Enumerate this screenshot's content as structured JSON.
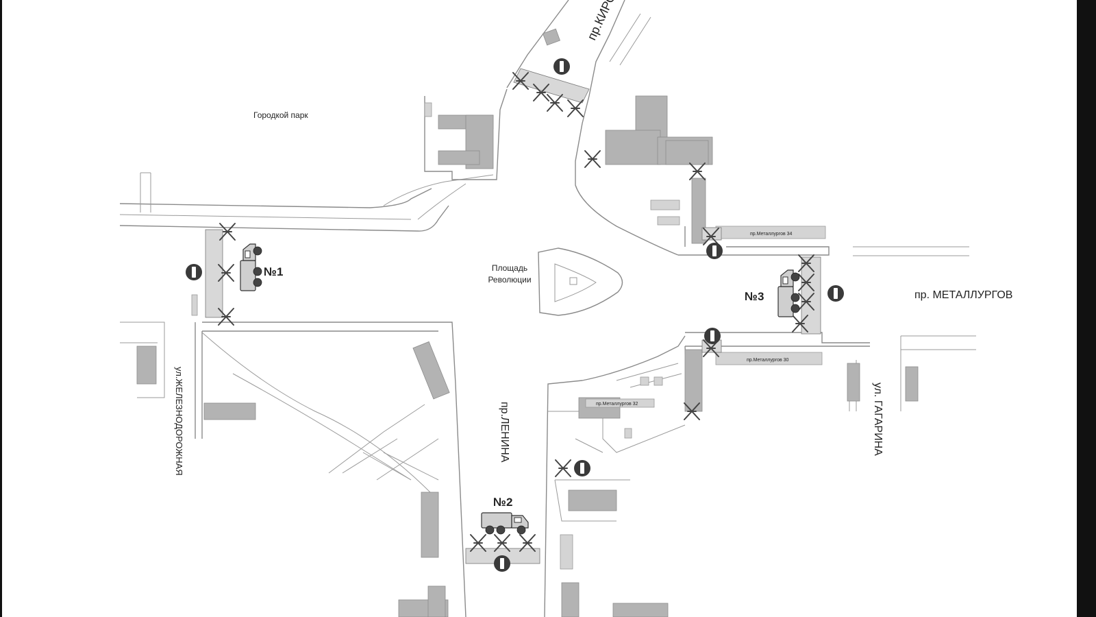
{
  "map": {
    "labels": {
      "city_park": "Городкой парк",
      "kirova": "пр.КИРО",
      "square_line1": "Площадь",
      "square_line2": "Революции",
      "metallurgov": "пр. МЕТАЛЛУРГОВ",
      "lenina": "пр.ЛЕНИНА",
      "gagarina": "ул. ГАГАРИНА",
      "zheleznodorozhnaya": "ул.ЖЕЛЕЗНОДОРОЖНАЯ",
      "building_metallurgov_34": "пр.Металлургов 34",
      "building_metallurgov_30": "пр.Металлургов 30",
      "building_metallurgov_32": "пр.Металлургов 32"
    },
    "markers": [
      {
        "id": "no1",
        "label": "№1"
      },
      {
        "id": "no2",
        "label": "№2"
      },
      {
        "id": "no3",
        "label": "№3"
      }
    ],
    "icons": {
      "no_entry": "no-entry-sign-icon",
      "barrier": "barrier-cross-icon",
      "truck": "dump-truck-icon",
      "crossing": "pedestrian-crossing-barrier"
    },
    "colors": {
      "building": "#b3b3b3",
      "road": "#8a8a8a",
      "sign": "#3a3a3a"
    }
  }
}
